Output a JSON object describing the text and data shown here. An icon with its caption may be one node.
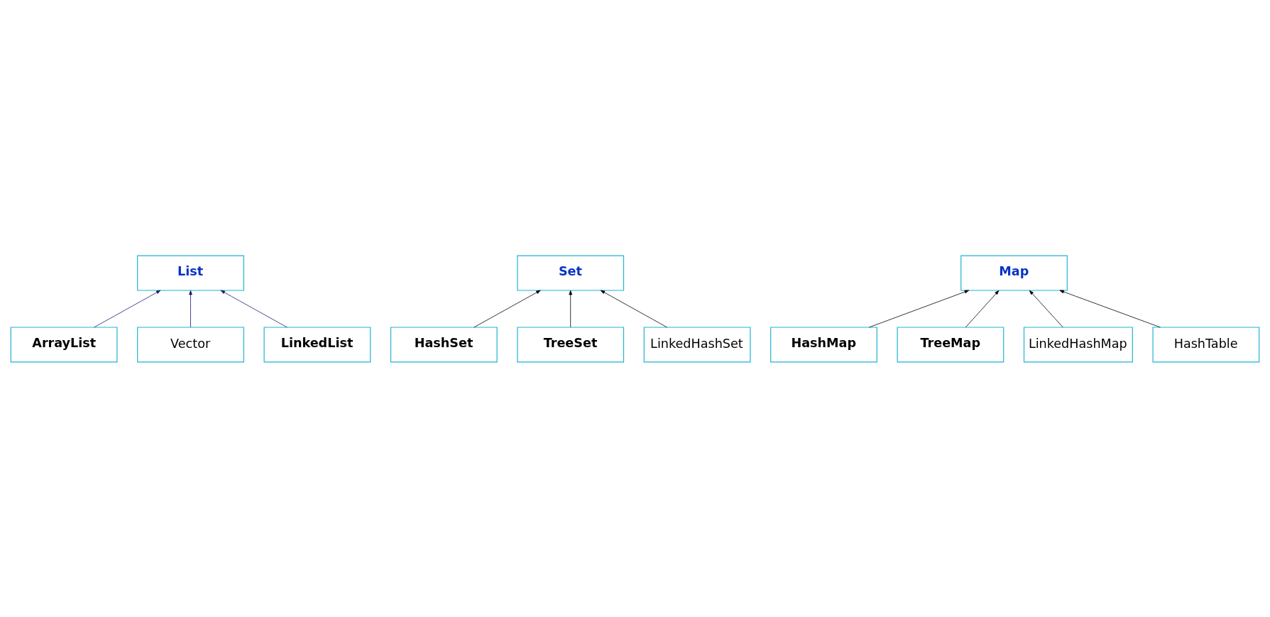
{
  "diagram": {
    "nodes": [
      {
        "text": [
          "List"
        ]
      },
      {
        "text": [
          "ArrayList"
        ]
      },
      {
        "text": [
          "Vector"
        ]
      },
      {
        "text": [
          "LinkedList"
        ]
      },
      {
        "text": [
          "Set"
        ]
      },
      {
        "text": [
          "HashSet"
        ]
      },
      {
        "text": [
          "TreeSet"
        ]
      },
      {
        "text": [
          "LinkedHashSet"
        ]
      },
      {
        "text": [
          "Map"
        ]
      },
      {
        "text": [
          "HashMap"
        ]
      },
      {
        "text": [
          "TreeMap"
        ]
      },
      {
        "text": [
          "LinkedHashMap"
        ]
      },
      {
        "text": [
          "HashTable"
        ]
      }
    ],
    "edges": [
      {
        "from": 1,
        "to": 0,
        "arrow": "to",
        "color": "#1a1a6e"
      },
      {
        "from": 2,
        "to": 0,
        "arrow": "to",
        "color": "#1a1a6e"
      },
      {
        "from": 3,
        "to": 0,
        "arrow": "to",
        "color": "#1a1a6e"
      },
      {
        "from": 5,
        "to": 4,
        "arrow": "to"
      },
      {
        "from": 6,
        "to": 4,
        "arrow": "to"
      },
      {
        "from": 7,
        "to": 4,
        "arrow": "to"
      },
      {
        "from": 9,
        "to": 8,
        "arrow": "to"
      },
      {
        "from": 10,
        "to": 8,
        "arrow": "to"
      },
      {
        "from": 11,
        "to": 8,
        "arrow": "to"
      },
      {
        "from": 12,
        "to": 8,
        "arrow": "to"
      }
    ]
  }
}
